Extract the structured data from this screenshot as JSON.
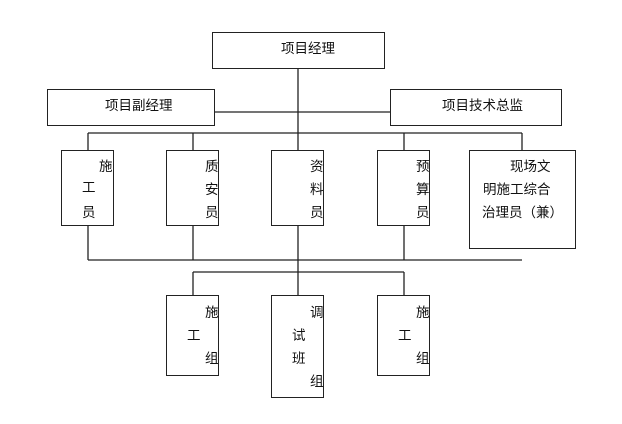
{
  "diagram": {
    "top": "项目经理",
    "deputy": "项目副经理",
    "chief_engineer": "项目技术总监",
    "staff": {
      "construction": [
        "施",
        "工",
        "员"
      ],
      "quality": [
        "质",
        "安",
        "员"
      ],
      "documents": [
        "资",
        "料",
        "员"
      ],
      "budget": [
        "预",
        "算",
        "员"
      ],
      "site": [
        "现场文",
        "明施工综合",
        "治理员（兼）"
      ]
    },
    "teams": {
      "construction_a": [
        "施",
        "工",
        "组"
      ],
      "commissioning": [
        "调",
        "试",
        "班",
        "组"
      ],
      "construction_b": [
        "施",
        "工",
        "组"
      ]
    }
  }
}
